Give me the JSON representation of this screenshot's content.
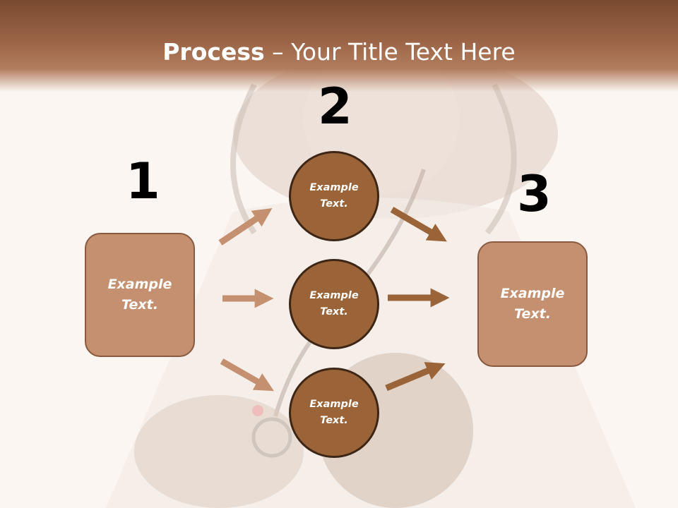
{
  "title": {
    "bold": "Process",
    "rest": " – Your Title Text Here"
  },
  "steps": [
    {
      "number": "1",
      "label": "Example\nText."
    },
    {
      "number": "2"
    },
    {
      "number": "3",
      "label": "Example\nText."
    }
  ],
  "circles": [
    {
      "label": "Example\nText."
    },
    {
      "label": "Example\nText."
    },
    {
      "label": "Example\nText."
    }
  ],
  "colors": {
    "header": "#9b6446",
    "box_fill": "#c4906f",
    "box_border": "#8a5a40",
    "circle_fill": "#9a6438",
    "circle_border": "#3e2616",
    "arrow_light": "#c4906f",
    "arrow_dark": "#9a6438"
  }
}
